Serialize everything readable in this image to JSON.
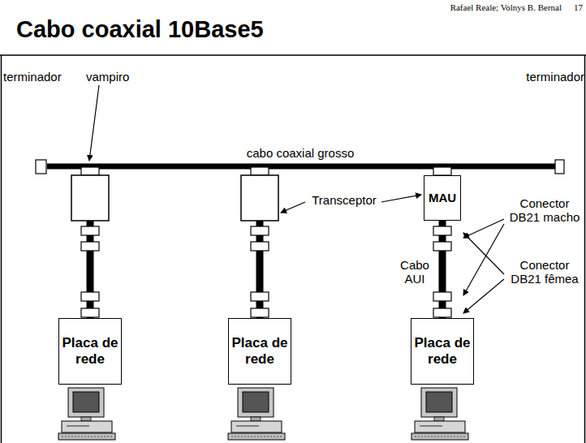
{
  "diagram": {
    "title": "Cabo coaxial 10Base5",
    "nodes": [
      {
        "text": [
          "MAU"
        ]
      },
      {
        "text": [
          "Placa de rede"
        ]
      },
      {
        "text": [
          "Placa de rede"
        ]
      },
      {
        "text": [
          "Placa de rede"
        ]
      }
    ],
    "edges": [
      {
        "from": 0,
        "to": 3,
        "arrow": "none"
      }
    ],
    "labels": [
      "Rafael Reale; Volnys B. Bernal",
      "17",
      "terminador",
      "vampiro",
      "terminador",
      "cabo coaxial grosso",
      "Transceptor",
      "Conector DB21 macho",
      "Cabo AUI",
      "Conector DB21 fêmea"
    ]
  }
}
